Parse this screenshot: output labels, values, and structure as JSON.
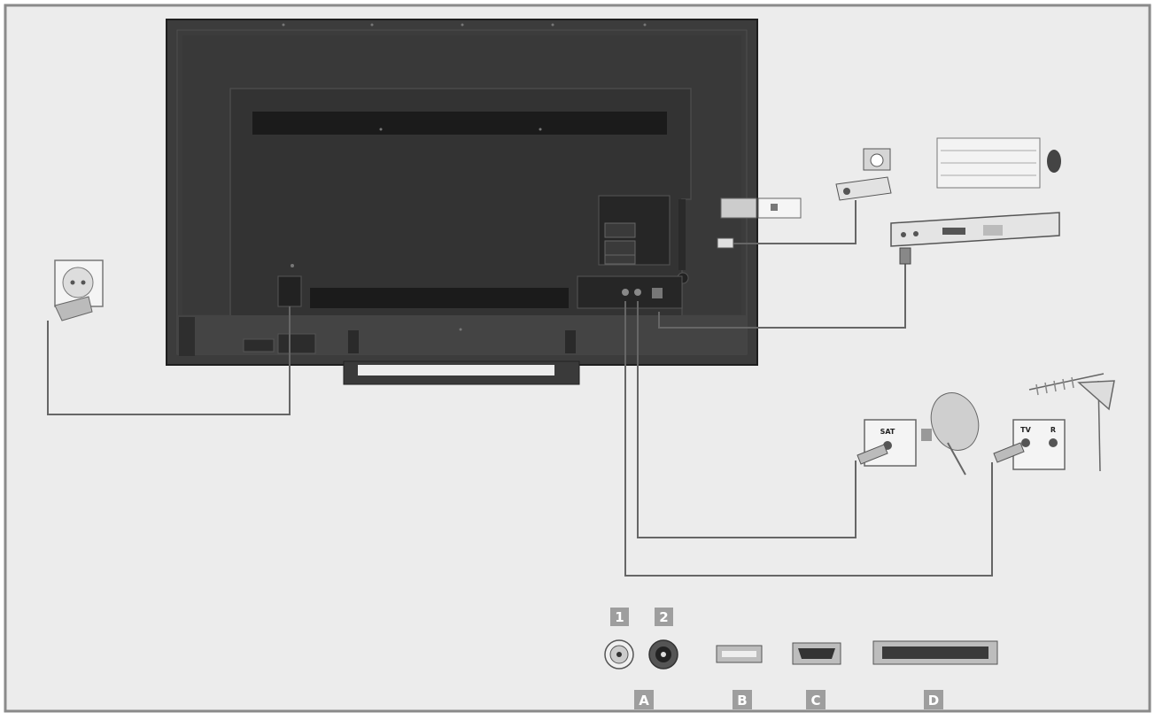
{
  "connector_numbers": [
    "1",
    "2"
  ],
  "connector_letters": [
    "A",
    "B",
    "C",
    "D"
  ],
  "wall_socket_labels": {
    "satellite": "SAT",
    "antenna_tv": "TV",
    "antenna_radio": "R"
  },
  "colors": {
    "background": "#ececec",
    "frame": "#8a8a8a",
    "tv_body": "#3c3c3c",
    "tv_dark": "#2a2a2a",
    "badge": "#9e9e9e",
    "cable": "#666666",
    "device": "#dcdcdc"
  }
}
